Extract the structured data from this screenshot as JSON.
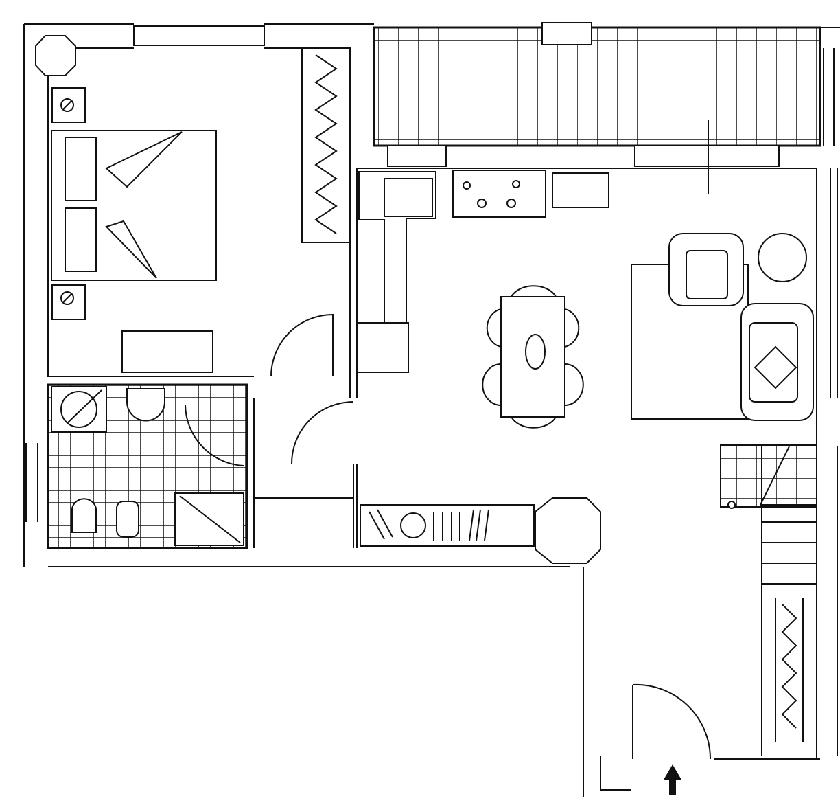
{
  "plan": {
    "colors": {
      "line": "#111111",
      "background": "#ffffff"
    },
    "entrance_arrow": "arrow-up-icon",
    "rooms": [
      "bedroom",
      "bathroom",
      "hallway",
      "kitchen",
      "dining",
      "living",
      "balcony",
      "stairs",
      "entrance-corridor"
    ]
  }
}
